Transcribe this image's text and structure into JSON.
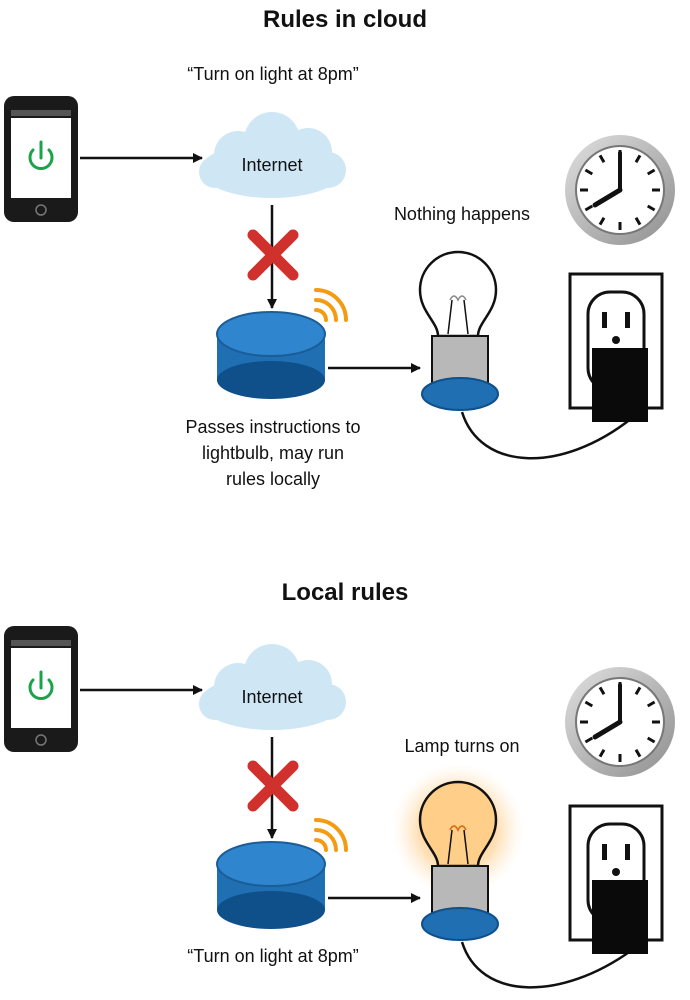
{
  "top_section": {
    "title": "Rules in cloud",
    "phone_command": "“Turn on light at 8pm”",
    "cloud_label": "Internet",
    "bulb_status": "Nothing happens",
    "hub_caption_line1": "Passes instructions to",
    "hub_caption_line2": "lightbulb, may run",
    "hub_caption_line3": "rules locally",
    "bulb_lit": false
  },
  "bottom_section": {
    "title": "Local rules",
    "cloud_label": "Internet",
    "bulb_status": "Lamp turns on",
    "hub_caption": "“Turn on light at 8pm”",
    "bulb_lit": true
  },
  "colors": {
    "cloud": "#cfe6f5",
    "hub_blue": "#2a7bc0",
    "hub_dark": "#0f4f8a",
    "x_mark": "#d0312d",
    "wifi": "#f39c12",
    "power_icon": "#1aa34a",
    "bulb_glow": "#ffc77a"
  },
  "icons": [
    "smartphone-icon",
    "power-icon",
    "cloud-icon",
    "x-mark-icon",
    "hub-icon",
    "wifi-icon",
    "lightbulb-icon",
    "clock-icon",
    "outlet-icon",
    "plug-icon"
  ]
}
